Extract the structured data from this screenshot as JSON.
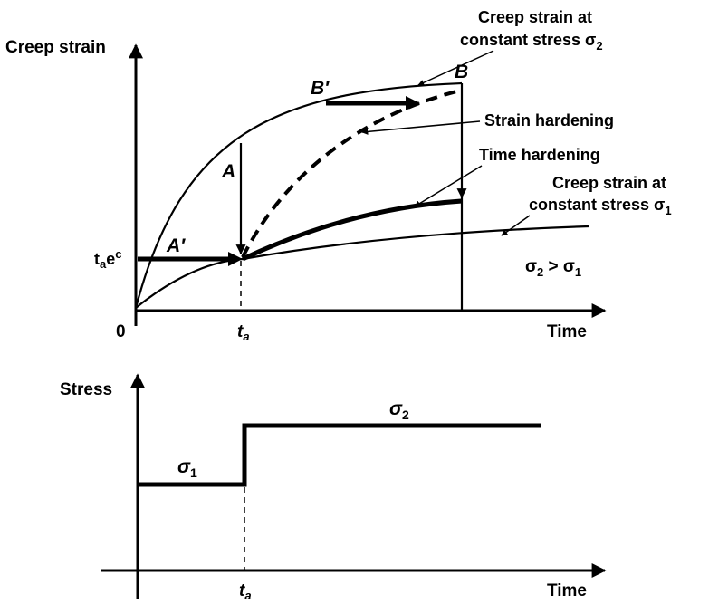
{
  "top_chart": {
    "ylabel": "Creep strain",
    "xlabel": "Time",
    "origin": "0",
    "ta_tick": "t",
    "ta_sub": "a",
    "strain_label_t": "t",
    "strain_label_sub": "a",
    "strain_label_e": "e",
    "strain_label_sup": "c",
    "point_A": "A",
    "point_A_prime": "A′",
    "point_B": "B",
    "point_B_prime": "B′",
    "sigma2_curve_label_line1": "Creep strain at",
    "sigma2_curve_label_line2": "constant stress σ",
    "sigma2_curve_label_sub": "2",
    "strain_hardening_label": "Strain hardening",
    "time_hardening_label": "Time hardening",
    "sigma1_curve_label_line1": "Creep strain at",
    "sigma1_curve_label_line2": "constant stress σ",
    "sigma1_curve_label_sub": "1",
    "relation_s2": "σ",
    "relation_s2_sub": "2",
    "relation_gt": " > σ",
    "relation_s1_sub": "1"
  },
  "bottom_chart": {
    "ylabel": "Stress",
    "xlabel": "Time",
    "ta_tick": "t",
    "ta_sub": "a",
    "sigma1": "σ",
    "sigma1_sub": "1",
    "sigma2": "σ",
    "sigma2_sub": "2"
  }
}
